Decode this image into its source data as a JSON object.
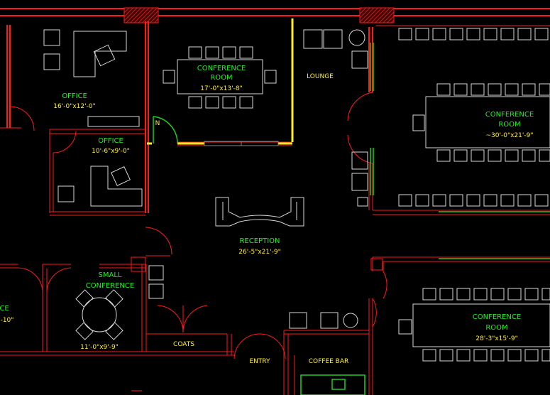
{
  "rooms": {
    "office_large": {
      "name": "OFFICE",
      "dim": "16'-0\"x12'-0\""
    },
    "office_small": {
      "name": "OFFICE",
      "dim": "10'-6\"x9'-0\""
    },
    "conference_top": {
      "name_line1": "CONFERENCE",
      "name_line2": "ROOM",
      "dim": "17'-0\"x13'-8\""
    },
    "lounge": {
      "name": "LOUNGE"
    },
    "conference_right": {
      "name_line1": "CONFERENCE",
      "name_line2": "ROOM",
      "dim": "~30'-0\"x21'-9\""
    },
    "reception": {
      "name": "RECEPTION",
      "dim": "26'-5\"x21'-9\""
    },
    "small_conference": {
      "name_line1": "SMALL",
      "name_line2": "CONFERENCE",
      "dim": "11'-0\"x9'-9\""
    },
    "conference_bottom": {
      "name_line1": "CONFERENCE",
      "name_line2": "ROOM",
      "dim": "28'-3\"x15'-9\""
    },
    "coats": {
      "name": "COATS"
    },
    "entry": {
      "name": "ENTRY"
    },
    "coffee_bar": {
      "name": "COFFEE BAR"
    },
    "left_cut": {
      "name": "CE",
      "dim": "-10\""
    }
  },
  "north_marker": "N"
}
